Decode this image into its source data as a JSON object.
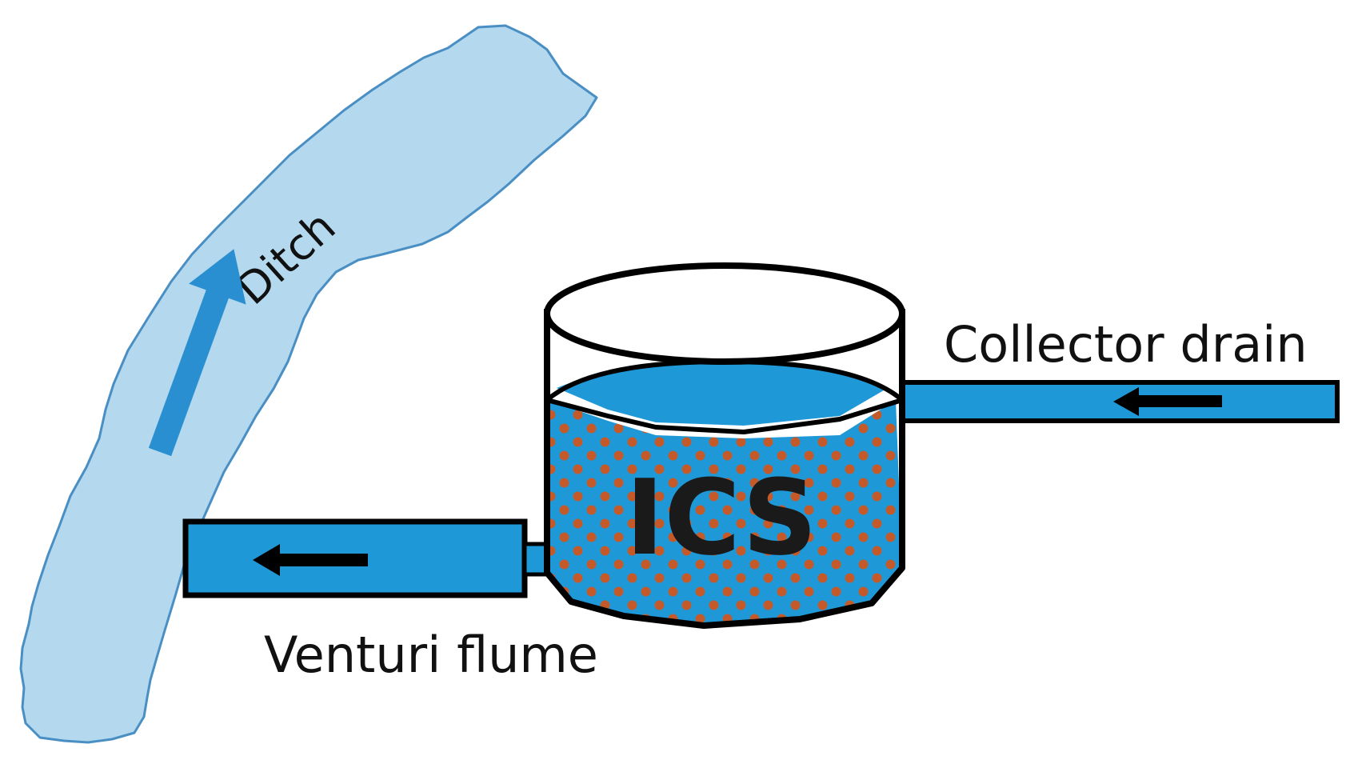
{
  "labels": {
    "ditch": "Ditch",
    "collector_drain": "Collector drain",
    "ics": "ICS",
    "venturi_flume": "Venturi flume"
  },
  "colors": {
    "ditch_fill": "#b4d8ee",
    "ditch_stroke": "#4a8fc4",
    "water": "#1f98d8",
    "fill_material": "#c45a2a",
    "outline": "#000000"
  },
  "icons": {
    "flow_arrow": "flow-arrow-icon"
  }
}
